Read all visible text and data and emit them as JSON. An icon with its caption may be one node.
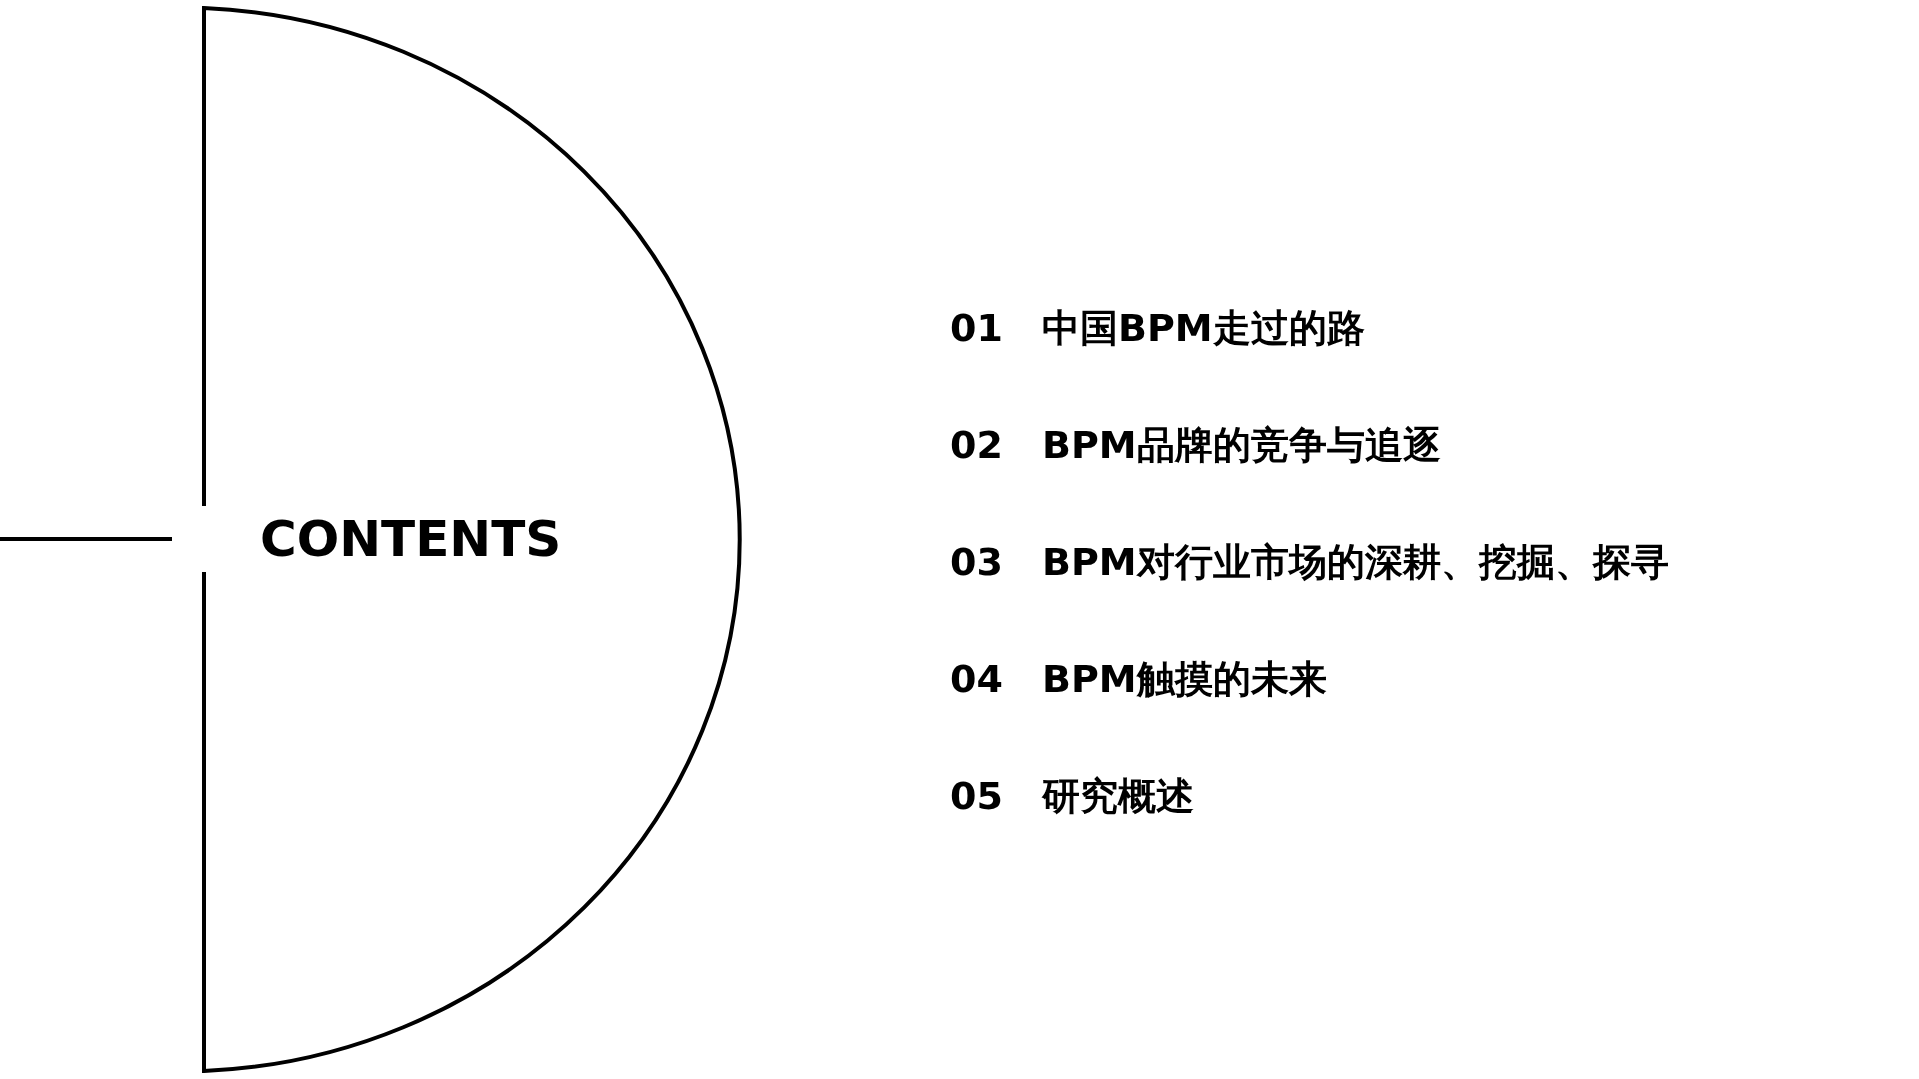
{
  "diagram": {
    "nodes": [
      {
        "text": [
          "CONTENTS"
        ]
      }
    ],
    "labels": [
      "01",
      "中国BPM走过的路",
      "02",
      "BPM品牌的竞争与追逐",
      "03",
      "BPM对行业市场的深耕、挖掘、探寻",
      "04",
      "BPM触摸的未来",
      "05",
      "研究概述"
    ]
  }
}
